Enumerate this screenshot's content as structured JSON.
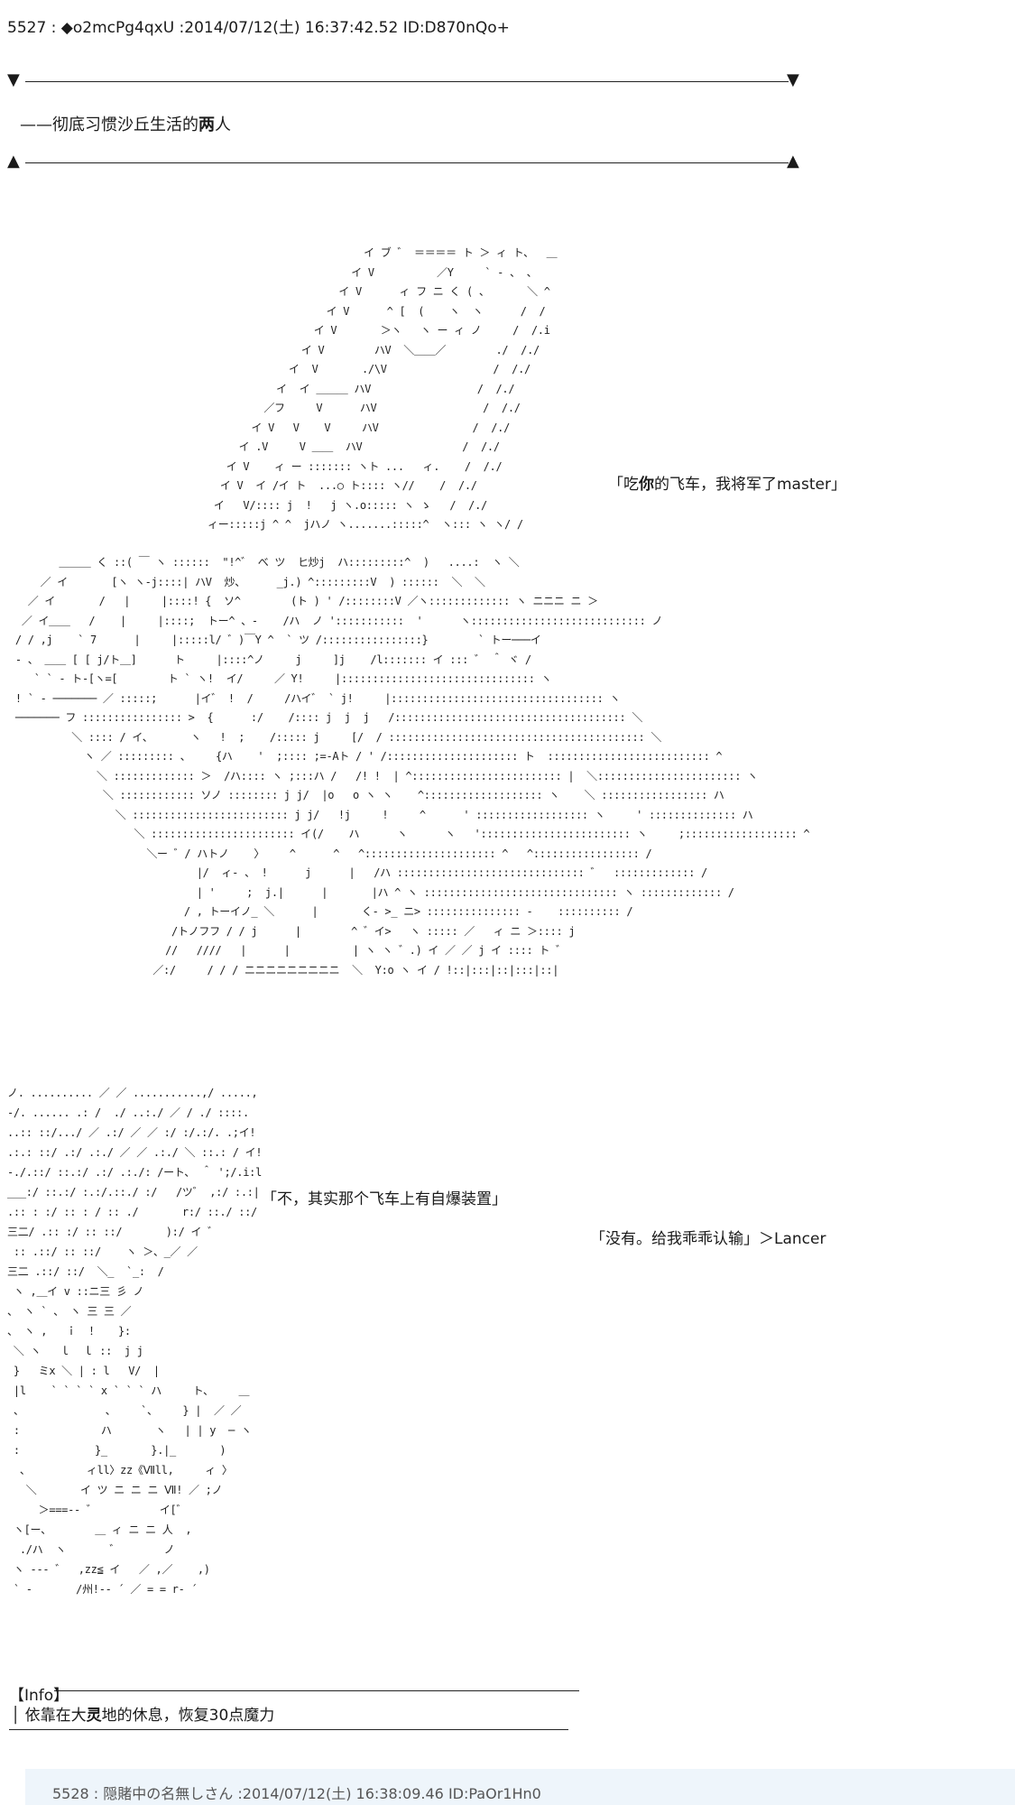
{
  "post": {
    "header": "5527 : ◆o2mcPg4qxU :2014/07/12(土) 16:37:42.52 ID:D870nQo+"
  },
  "banner": {
    "arrow_down": "▼",
    "arrow_up": "▲",
    "caption_pre": "——彻底习惯沙丘生活的",
    "caption_bold": "两",
    "caption_post": "人"
  },
  "dialog": {
    "line1_pre": "「吃",
    "line1_bold": "你",
    "line1_post": "的飞车，我将军了master」",
    "line2": "「不，其实那个飞车上有自爆装置」",
    "line3": "「没有。给我乖乖认输」＞Lancer"
  },
  "art": {
    "figure1": "                         イ ブ ゛ ＝＝＝＝ ト ＞ ィ ト、  ＿\n                       イ V          ／Y     ` ‐ 、 、\n                     イ V      ィ フ ニ く ( 、      ＼ ^\n                   イ V      ^ [  (    ヽ  ヽ      /  /\n                 イ V       ＞ヽ   ヽ ー ィ ノ     /  /.i\n               イ V        ハV  ＼＿＿／        ./  /./\n             イ  V       ./\\V                 /  /./\n           イ  イ ＿＿＿ ハV                 /  /./\n         ／フ     V      ハV                 /  /./\n       イ V   V    V     ハV               /  /./\n     イ .V     V ＿＿  ハV                /  /./\n   イ V    ィ ー ::::::: ヽト ...   ィ.    /  /./\n  イ V  イ /イ ト  ...○ ト:::: ヽ//    /  /./\n イ   V/:::: j  !   j ヽ.o::::: ヽ ゝ   /  /./\nィー:::::j ^ ^  jハノ ヽ.......:::::^  ヽ::: ヽ ヽ/ /",
    "figure2": "        ＿＿＿ く ::( ￣ ヽ ::::::  \"!^゛ べ ツ  ヒ炒j  ハ:::::::::^  )   ....:  ヽ ＼\n     ／ イ       [ヽ ヽ-j::::| ハV  炒、     _j.) ^:::::::::V  ) ::::::  ＼  ＼\n   ／ イ       /   |     |::::! {  ソ^        (ト ) ' /::::::::V ／ヽ::::::::::::: ヽ ニニニ ニ ＞\n  ／ イ＿＿   /    |     |::::;  トー^ 、-    /ハ  ノ ':::::::::::  '      ヽ:::::::::::::::::::::::::::: ノ\n / / ,j    ` 7      |     |:::::l/ ゛)￣Y ^  ` ツ /::::::::::::::::}        ` トー───イ\n - 、 ＿＿ [ [ j/ト＿]      ト     |::::^ノ     j     ]j    /l::::::: イ ::: ゛ ＾ ヾ /\n    ` ` ‐ ト-[ヽ=[        ト ` ヽ!  イ/     ／ Y!     |::::::::::::::::::::::::::::::: ヽ\n ! ` ‐ ─────── ／ :::::;      |イ゛ !  /     /ハイ゛ ` j!     |:::::::::::::::::::::::::::::::::: ヽ\n ─────── フ :::::::::::::::: >  {      :/    /:::: j  j  j   /::::::::::::::::::::::::::::::::::::: ＼\n          ＼ :::: / イ、      ヽ   !  ;    /::::: j     [/  / ::::::::::::::::::::::::::::::::::::::::: ＼\n            ヽ ／ ::::::::: 、    {ハ    '  ;:::: ;=-Aト / ' /::::::::::::::::::::: ト  :::::::::::::::::::::::::: ^\n              ＼ ::::::::::::: ＞  /ハ:::: ヽ ;:::ハ /   /! !  | ^:::::::::::::::::::::::: |  ＼::::::::::::::::::::::: ヽ\n               ＼ :::::::::::: ソノ :::::::: j j/  |o   o ヽ ヽ    ^::::::::::::::::::: ヽ    ＼ ::::::::::::::::: ハ\n                 ＼ ::::::::::::::::::::::::: j j/   !j     !     ^      ' :::::::::::::::::: ヽ     ' :::::::::::::: ハ\n                    ＼ ::::::::::::::::::::::: イ(/    ハ      ヽ      ヽ   ':::::::::::::::::::::::: ヽ     ;:::::::::::::::::: ^\n                      ＼ー ゛/ ハトノ    〉    ^      ^   ^::::::::::::::::::::: ^   ^::::::::::::::::: /\n                              |/  ィ- 、 !      j      |   /ハ :::::::::::::::::::::::::::::: ゛  ::::::::::::: /\n                              | '     ;  j.|      |       |ハ ^ ヽ ::::::::::::::::::::::::::::::: ヽ ::::::::::::: /\n                            / , トーイノ_ ＼      |       く- >_ ニ> ::::::::::::::: -    :::::::::: /\n                          /トノフフ / / j      |        ^ ゛イ>   ヽ ::::: ／   ィ ニ ＞:::: j\n                         //   ////   |      |          | ヽ ヽ ゛.) イ ／ ／ j イ :::: ト ゛\n                       ／:/     / / / ニニニニニニニニニ  ＼  Y:o ヽ イ / !::|:::|::|:::|::|",
    "figure3": "ノ. .......... ／ ／ ...........,/ .....,\n-/. ...... .: /  ./ ..:./ ／ / ./ ::::.\n..:: ::/.../ ／ .:/ ／ ／ :/ :/.:/. .;イ!\n.:.: ::/ .:/ .:./ ／ ／ .:./ ＼ ::.: / イ!\n-./.::/ ::.:/ .:/ .:./: /ート、 ＾ ';/.i:l\n___:/ ::.:/ :.:/.::./ :/   /ツ゛ ,:/ :.:|\n.:: : :/ :: : / :: ./       r:/ ::./ ::/\n三二/ .:: :/ :: ::/       ):/ イ ゛\n :: .::/ :: ::/    ヽ ＞、_／ ／\n三二 .::/ ::/  ＼_  `_:  /\n ヽ ,＿イ v ::ニ三 彡 ノ\n、 ヽ ` 、 ヽ 三 三 ／\n、 ヽ ,   ｉ  ！   }:\n ＼ ヽ   ｌ  ｌ ::  j j\n }   ミx ＼ | : l   V/  |\n |l    ` ` ` ` x ` ` ` ハ     ト、    ＿\n 、             、    `、    } |  ／ ／\n :             ハ       ヽ   | | y  ─ ヽ\n :            }_       }.|_       )\n  、         ィll〉zz《Ⅶll,     ィ 〉\n   ＼       イ ツ ニ ニ ニ Ⅶ! ／ ;ノ\n     ＞===-- ゛          イ[゛\n ヽ[ー、       ＿ ィ ニ ニ 人  ,\n  ./ハ  ヽ       ゛       ノ\n ヽ --- ゛  ,zz≦ イ   ／ ,／    ,)\n ` -       /州!-- ´ ／ = = r- ´"
  },
  "info": {
    "label": "【Info】",
    "line_pre": "│  依靠在大",
    "line_bold": "灵",
    "line_post": "地的休息，恢复30点魔力"
  },
  "next_post": {
    "header": "5528 : 隠賭中の名無しさん :2014/07/12(土) 16:38:09.46 ID:PaOr1Hn0"
  }
}
